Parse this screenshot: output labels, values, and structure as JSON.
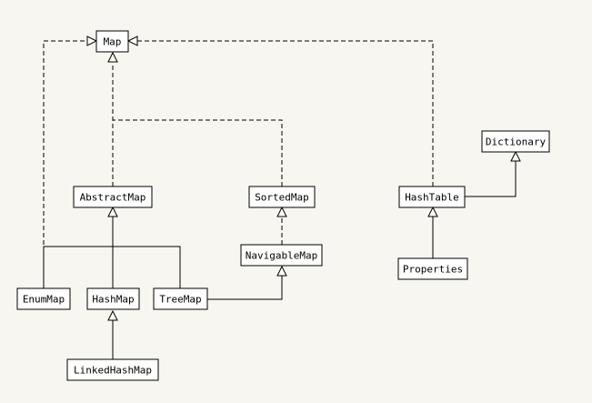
{
  "diagram": {
    "nodes": {
      "map": "Map",
      "abstract_map": "AbstractMap",
      "sorted_map": "SortedMap",
      "navigable_map": "NavigableMap",
      "enum_map": "EnumMap",
      "hash_map": "HashMap",
      "tree_map": "TreeMap",
      "linked_hash_map": "LinkedHashMap",
      "hash_table": "HashTable",
      "dictionary": "Dictionary",
      "properties": "Properties"
    }
  }
}
